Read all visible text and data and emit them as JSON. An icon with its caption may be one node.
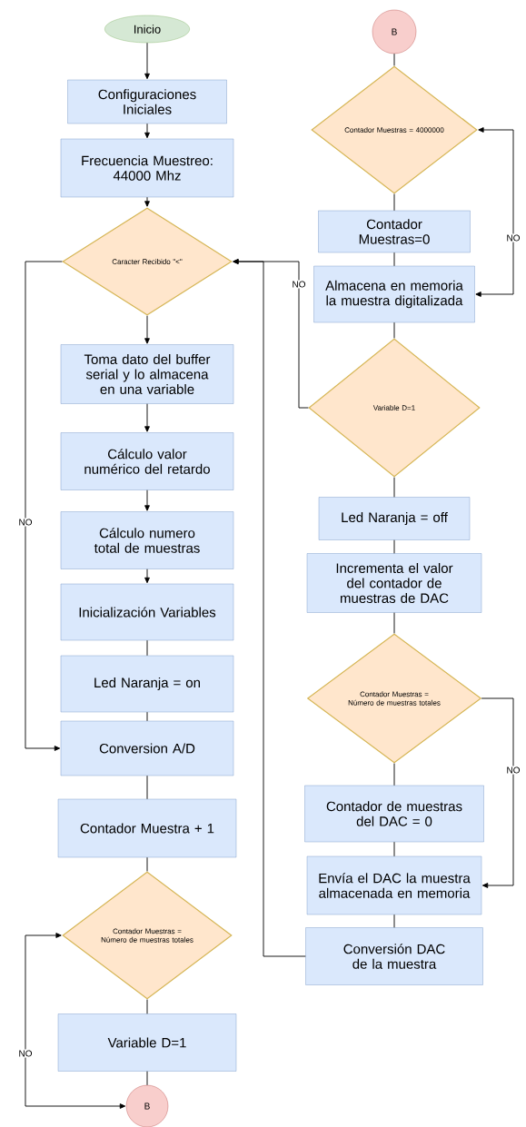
{
  "diagram": {
    "nodes": [
      {
        "text": [
          "Inicio"
        ]
      },
      {
        "text": [
          "Configuraciones Iniciales"
        ]
      },
      {
        "text": [
          "Frecuencia Muestreo: 44000 Mhz"
        ]
      },
      {
        "text": [
          "Caracter Recibido \"<\""
        ]
      },
      {
        "text": [
          "Toma dato del buffer serial y lo almacena en una variable"
        ]
      },
      {
        "text": [
          "Cálculo valor numérico del retardo"
        ]
      },
      {
        "text": [
          "Cálculo numero total de muestras"
        ]
      },
      {
        "text": [
          "Inicialización Variables"
        ]
      },
      {
        "text": [
          "Led Naranja = on"
        ]
      },
      {
        "text": [
          "Conversion A/D"
        ]
      },
      {
        "text": [
          "Contador Muestra + 1"
        ]
      },
      {
        "text": [
          "Contador Muestras = Número de muestras totales"
        ]
      },
      {
        "text": [
          "Variable D=1"
        ]
      },
      {
        "text": [
          "B"
        ]
      },
      {
        "text": [
          "B"
        ]
      },
      {
        "text": [
          "Contador Muestras = 4000000"
        ]
      },
      {
        "text": [
          "Contador Muestras=0"
        ]
      },
      {
        "text": [
          "Almacena en memoria la muestra digitalizada"
        ]
      },
      {
        "text": [
          "Variable D=1"
        ]
      },
      {
        "text": [
          "Led Naranja = off"
        ]
      },
      {
        "text": [
          "Incrementa el valor del contador de muestras de DAC"
        ]
      },
      {
        "text": [
          "Contador Muestras = Número de muestras totales"
        ]
      },
      {
        "text": [
          "Contador de muestras del DAC = 0"
        ]
      },
      {
        "text": [
          "Envía el DAC la muestra almacenada en memoria"
        ]
      },
      {
        "text": [
          "Conversión DAC de la muestra"
        ]
      }
    ],
    "edges": [
      {
        "from": 0,
        "to": 1,
        "arrow": "to"
      },
      {
        "from": 1,
        "to": 2,
        "arrow": "to"
      },
      {
        "from": 2,
        "to": 3,
        "arrow": "to"
      },
      {
        "from": 3,
        "to": 4,
        "arrow": "to"
      },
      {
        "from": 4,
        "to": 5,
        "arrow": "to"
      },
      {
        "from": 5,
        "to": 6,
        "arrow": "to"
      },
      {
        "from": 6,
        "to": 7,
        "arrow": "to"
      },
      {
        "from": 7,
        "to": 8,
        "arrow": "none"
      },
      {
        "from": 8,
        "to": 9,
        "arrow": "none"
      },
      {
        "from": 9,
        "to": 10,
        "arrow": "none"
      },
      {
        "from": 10,
        "to": 11,
        "arrow": "none"
      },
      {
        "from": 11,
        "to": 12,
        "arrow": "none"
      },
      {
        "from": 12,
        "to": 13,
        "arrow": "none"
      },
      {
        "from": 3,
        "to": 9,
        "arrow": "to",
        "label": "NO"
      },
      {
        "from": 11,
        "to": 13,
        "arrow": "both",
        "label": "NO"
      },
      {
        "from": 14,
        "to": 15,
        "arrow": "none"
      },
      {
        "from": 15,
        "to": 16,
        "arrow": "none"
      },
      {
        "from": 16,
        "to": 17,
        "arrow": "none"
      },
      {
        "from": 17,
        "to": 18,
        "arrow": "none"
      },
      {
        "from": 18,
        "to": 19,
        "arrow": "none"
      },
      {
        "from": 19,
        "to": 20,
        "arrow": "none"
      },
      {
        "from": 20,
        "to": 21,
        "arrow": "none"
      },
      {
        "from": 21,
        "to": 22,
        "arrow": "none"
      },
      {
        "from": 22,
        "to": 23,
        "arrow": "none"
      },
      {
        "from": 23,
        "to": 24,
        "arrow": "none"
      },
      {
        "from": 15,
        "to": 17,
        "arrow": "both",
        "label": "NO"
      },
      {
        "from": 18,
        "to": 3,
        "arrow": "to",
        "label": "NO"
      },
      {
        "from": 24,
        "to": 3,
        "arrow": "to"
      },
      {
        "from": 21,
        "to": 23,
        "arrow": "to",
        "label": "NO"
      }
    ]
  }
}
